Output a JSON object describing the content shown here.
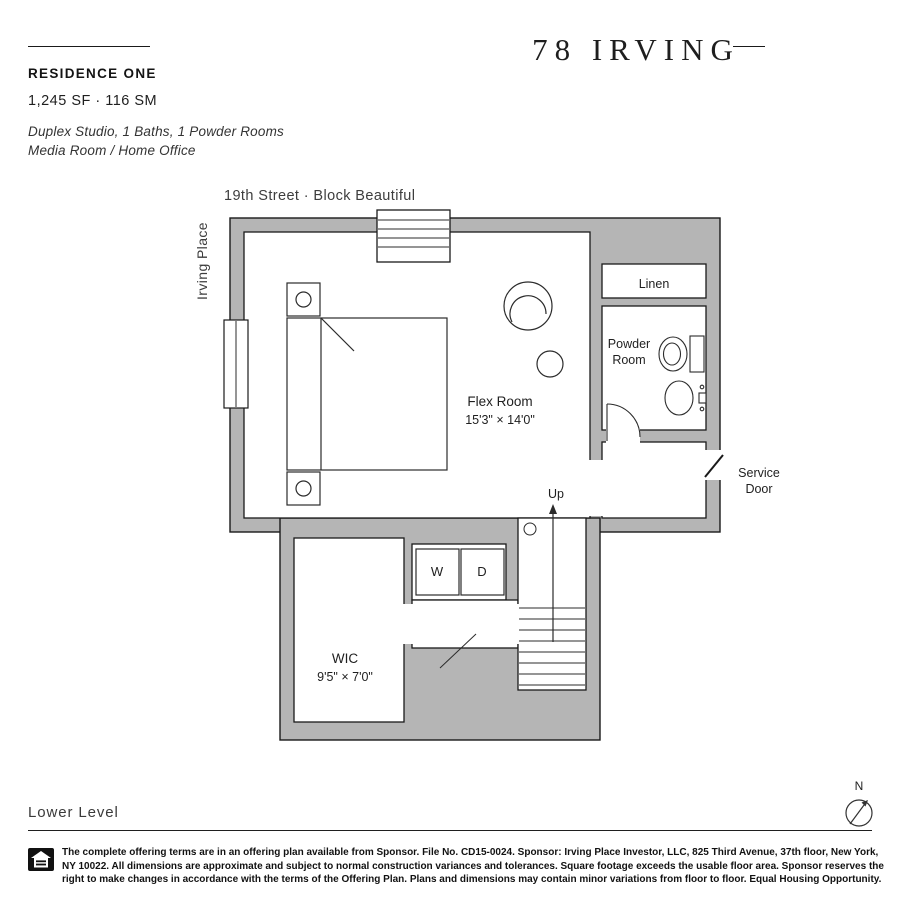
{
  "header": {
    "building_name": "78 IRVING",
    "residence_title": "RESIDENCE ONE",
    "area_text": "1,245 SF · 116 SM",
    "unit_description_line1": "Duplex Studio, 1 Baths, 1 Powder Rooms",
    "unit_description_line2": "Media Room / Home Office"
  },
  "plan": {
    "street_label_top": "19th Street · Block Beautiful",
    "street_label_left": "Irving Place",
    "labels": {
      "flex_room_name": "Flex Room",
      "flex_room_dims": "15'3\" × 14'0\"",
      "linen": "Linen",
      "powder_room": "Powder Room",
      "service_door": "Service Door",
      "up": "Up",
      "washer": "W",
      "dryer": "D",
      "wic_name": "WIC",
      "wic_dims": "9'5\" × 7'0\""
    }
  },
  "footer": {
    "level_label": "Lower Level",
    "compass_label": "N",
    "disclaimer": "The complete offering terms are in an offering plan available from Sponsor.  File No. CD15-0024. Sponsor: Irving Place Investor, LLC, 825 Third Avenue, 37th floor, New York, NY 10022. All dimensions are approximate and subject to normal construction variances and tolerances.  Square footage exceeds the usable floor area.  Sponsor reserves the right to make changes in accordance with the terms of the Offering Plan.  Plans and dimensions may contain minor variations from floor to floor. Equal Housing Opportunity."
  },
  "colors": {
    "wall_fill": "#b5b5b5",
    "line": "#1a1a1a",
    "text_dark": "#1f1f1f",
    "text_muted": "#3d3d3d"
  }
}
